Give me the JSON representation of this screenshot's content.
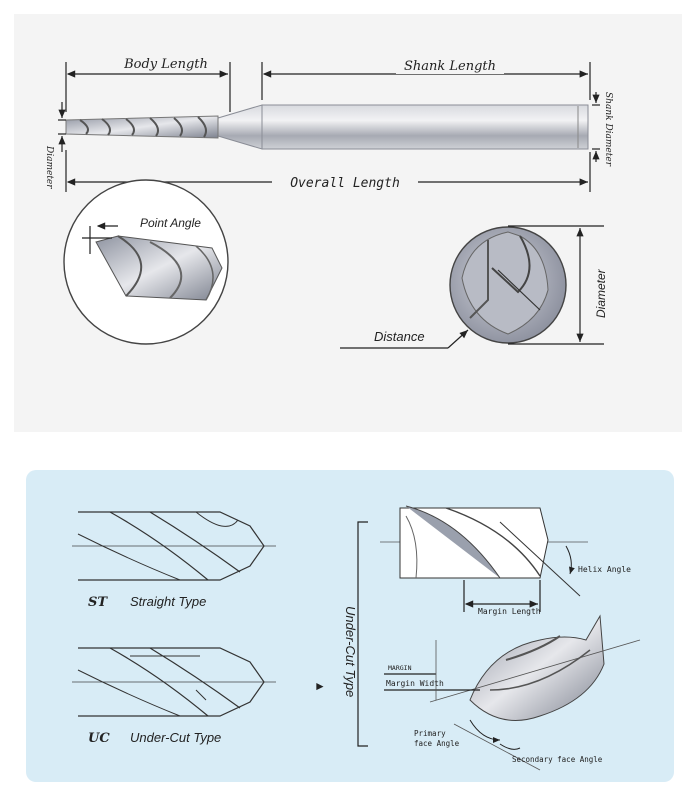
{
  "top": {
    "body_length": "Body Length",
    "shank_length": "Shank Length",
    "overall_length": "Overall Length",
    "diameter_left": "Diameter",
    "shank_diameter": "Shank Diameter",
    "point_angle": "Point Angle",
    "diameter_right": "Diameter",
    "distance": "Distance"
  },
  "bottom": {
    "st_code": "ST",
    "st_label": "Straight Type",
    "uc_code": "UC",
    "uc_label": "Under-Cut Type",
    "undercut_vertical": "Under-Cut Type",
    "helix_angle": "Helix Angle",
    "margin_length": "Margin Length",
    "margin": "MARGIN",
    "margin_width": "Margin Width",
    "primary_face_angle_1": "Primary",
    "primary_face_angle_2": "face Angle",
    "secondary_face_angle": "Secondary face Angle",
    "arrow": "►"
  },
  "colors": {
    "top_panel_bg": "#f4f4f4",
    "bottom_panel_bg": "#d8ecf6",
    "tool_metal": "#b9bcc6",
    "line": "#222222"
  }
}
